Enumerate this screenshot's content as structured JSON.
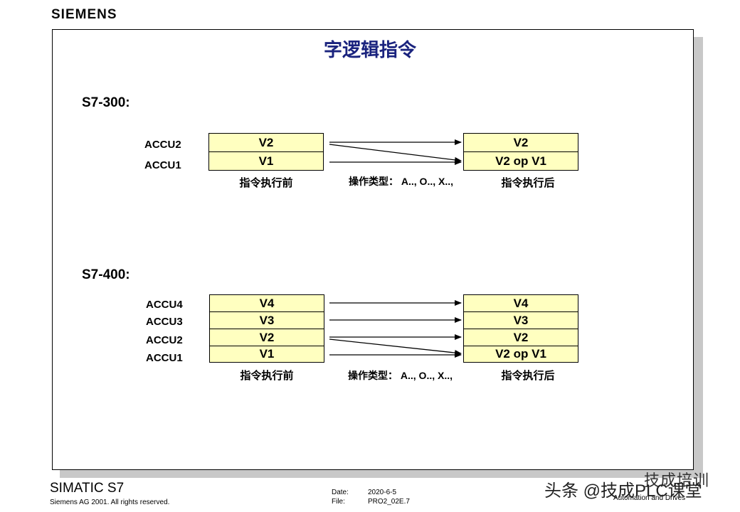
{
  "header": {
    "logo": "SIEMENS"
  },
  "slide": {
    "title": "字逻辑指令",
    "s7_300": {
      "label": "S7-300:",
      "accus": [
        "ACCU2",
        "ACCU1"
      ],
      "before": [
        "V2",
        "V1"
      ],
      "after": [
        "V2",
        "V2 op V1"
      ],
      "before_caption": "指令执行前",
      "after_caption": "指令执行后",
      "optype": "操作类型： A.., O.., X..,"
    },
    "s7_400": {
      "label": "S7-400:",
      "accus": [
        "ACCU4",
        "ACCU3",
        "ACCU2",
        "ACCU1"
      ],
      "before": [
        "V4",
        "V3",
        "V2",
        "V1"
      ],
      "after": [
        "V4",
        "V3",
        "V2",
        "V2 op V1"
      ],
      "before_caption": "指令执行前",
      "after_caption": "指令执行后",
      "optype": "操作类型： A.., O.., X..,"
    }
  },
  "footer": {
    "product": "SIMATIC S7",
    "copyright": "Siemens AG 2001. All rights reserved.",
    "date_label": "Date:",
    "date_value": "2020-6-5",
    "file_label": "File:",
    "file_value": "PRO2_02E.7",
    "brand_partial": "技成培训",
    "brand_sub": "Automation and Drives",
    "watermark": "头条 @技成PLC课堂"
  },
  "colors": {
    "cell_fill": "#ffffc0",
    "title": "#1a237e",
    "frame_shadow": "#c8c8c8"
  }
}
